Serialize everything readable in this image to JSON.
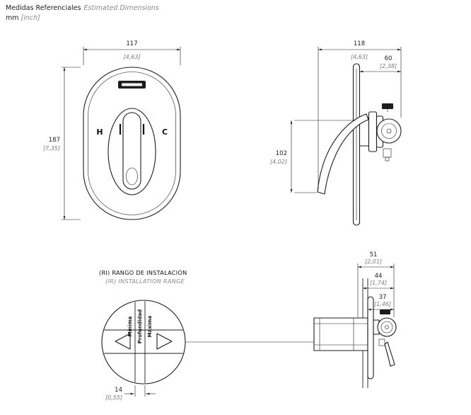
{
  "header": {
    "title_es": "Medidas Referenciales",
    "title_en": "Estimated Dimensions",
    "unit_metric": "mm",
    "unit_imperial": "[inch]"
  },
  "front_view": {
    "hot_label": "H",
    "cold_label": "C",
    "width": {
      "mm": "117",
      "inch": "[4,63]"
    },
    "height": {
      "mm": "187",
      "inch": "[7,35]"
    }
  },
  "side_view": {
    "overall": {
      "mm": "118",
      "inch": "[4,63]"
    },
    "protrusion": {
      "mm": "60",
      "inch": "[2,38]"
    },
    "handle_drop": {
      "mm": "102",
      "inch": "[4,02]"
    }
  },
  "installation_range": {
    "title_es": "(RI) RANGO DE INSTALACIÓN",
    "title_en": "(IR) INSTALLATION RANGE",
    "labels": {
      "min": "Mínima",
      "depth": "Profundidad",
      "max": "Máxima"
    },
    "adjust": {
      "mm": "14",
      "inch": "[0,55]"
    },
    "depth_a": {
      "mm": "51",
      "inch": "[2,01]"
    },
    "depth_b": {
      "mm": "44",
      "inch": "[1,74]"
    },
    "depth_c": {
      "mm": "37",
      "inch": "[1,46]"
    }
  },
  "colors": {
    "line": "#1c1c1c",
    "muted": "#8b8b8b"
  }
}
